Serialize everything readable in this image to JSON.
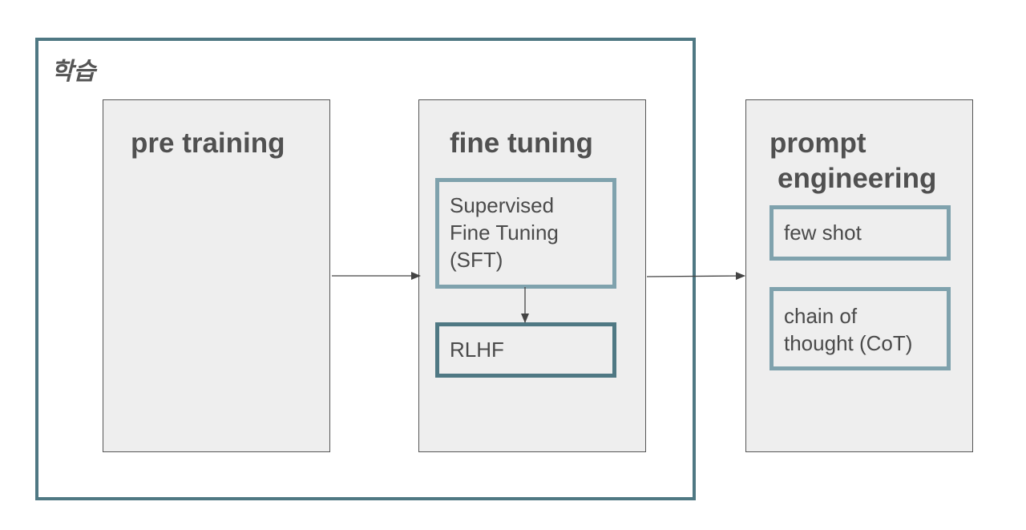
{
  "group": {
    "label": "학습"
  },
  "stages": {
    "pre_training": {
      "title": "pre training"
    },
    "fine_tuning": {
      "title": "fine tuning",
      "methods": {
        "sft": "Supervised\nFine Tuning\n(SFT)",
        "rlhf": "RLHF"
      }
    },
    "prompt_engineering": {
      "title_line1": "prompt",
      "title_line2": "engineering",
      "methods": {
        "few_shot": "few shot",
        "cot": "chain of\nthought (CoT)"
      }
    }
  },
  "colors": {
    "group_border": "#4f7883",
    "method_border_light": "#7fa2ad",
    "method_border_dark": "#4f7883",
    "stage_fill": "#eeeeee",
    "text": "#505050",
    "arrow": "#444444"
  }
}
